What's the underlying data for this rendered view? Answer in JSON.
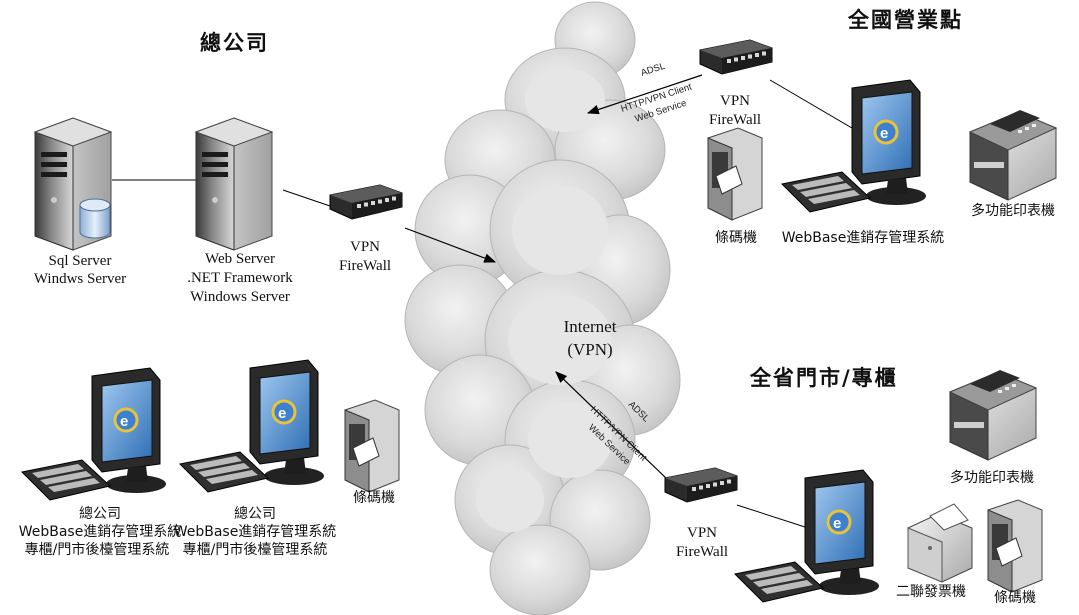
{
  "titles": {
    "head_office": "總公司",
    "national_branches": "全國營業點",
    "stores": "全省門市/專櫃"
  },
  "head_office": {
    "sql_server": [
      "Sql Server",
      "Windws Server"
    ],
    "web_server": [
      "Web  Server",
      ".NET Framework",
      "Windows Server"
    ],
    "firewall": [
      "VPN",
      "FireWall"
    ],
    "pc1": [
      "總公司",
      "WebBase進銷存管理系統",
      "專櫃/門市後檯管理系統"
    ],
    "pc2": [
      "總公司",
      "WebBase進銷存管理系統",
      "專櫃/門市後檯管理系統"
    ],
    "barcode": "條碼機"
  },
  "internet": [
    "Internet",
    "(VPN)"
  ],
  "branch": {
    "firewall": [
      "VPN",
      "FireWall"
    ],
    "link": [
      "ADSL",
      "HTTP/VPN Client",
      "Web Service"
    ],
    "barcode": "條碼機",
    "pc": "WebBase進銷存管理系統",
    "printer": "多功能印表機"
  },
  "store": {
    "firewall": [
      "VPN",
      "FireWall"
    ],
    "link": [
      "ADSL",
      "HTTP/VPN Client",
      "Web Service"
    ],
    "printer": "多功能印表機",
    "invoice": "二聯發票機",
    "barcode": "條碼機"
  }
}
